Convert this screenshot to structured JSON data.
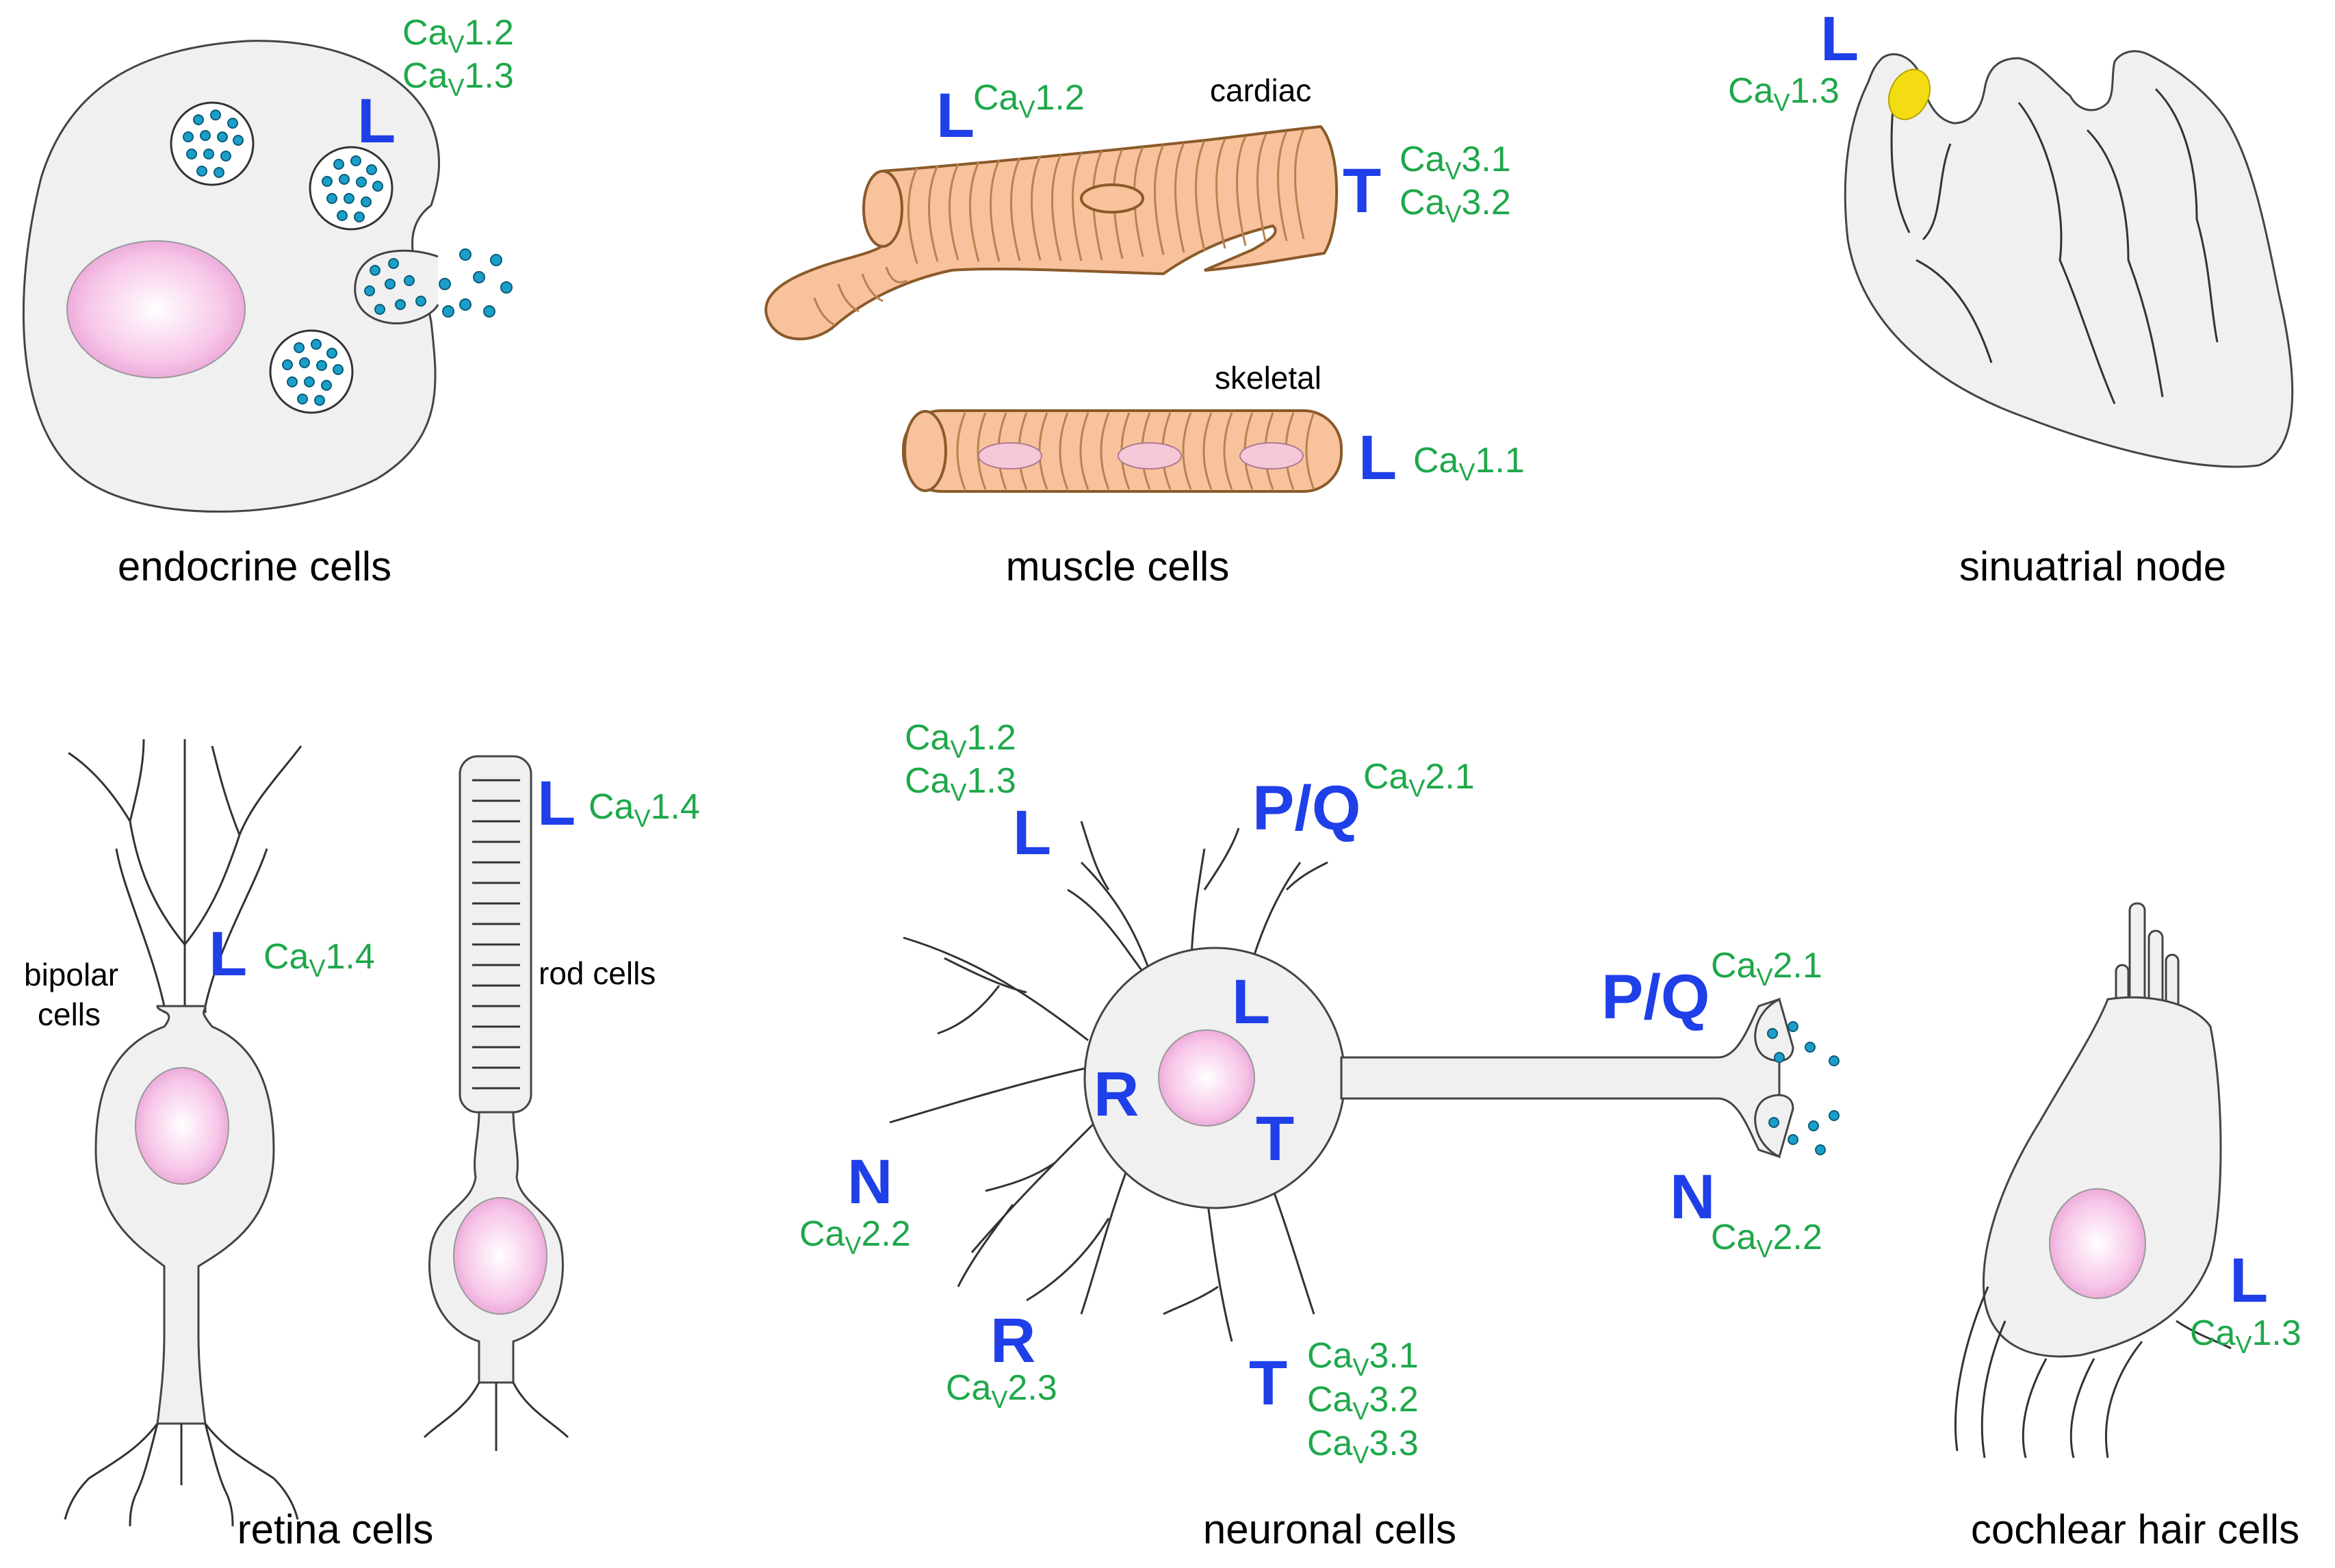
{
  "panels": {
    "endocrine": {
      "caption": "endocrine cells",
      "channel": "L",
      "isoforms": [
        {
          "prefix": "Ca",
          "sub": "V",
          "suffix": "1.2"
        },
        {
          "prefix": "Ca",
          "sub": "V",
          "suffix": "1.3"
        }
      ]
    },
    "muscle": {
      "caption": "muscle cells",
      "cardiac_label": "cardiac",
      "skeletal_label": "skeletal",
      "cardiac_L": {
        "channel": "L",
        "isoform": {
          "prefix": "Ca",
          "sub": "V",
          "suffix": "1.2"
        }
      },
      "cardiac_T": {
        "channel": "T",
        "isoforms": [
          {
            "prefix": "Ca",
            "sub": "V",
            "suffix": "3.1"
          },
          {
            "prefix": "Ca",
            "sub": "V",
            "suffix": "3.2"
          }
        ]
      },
      "skeletal_L": {
        "channel": "L",
        "isoform": {
          "prefix": "Ca",
          "sub": "V",
          "suffix": "1.1"
        }
      }
    },
    "sinuatrial": {
      "caption": "sinuatrial node",
      "channel": "L",
      "isoform": {
        "prefix": "Ca",
        "sub": "V",
        "suffix": "1.3"
      }
    },
    "retina": {
      "caption": "retina cells",
      "bipolar_label_1": "bipolar",
      "bipolar_label_2": "cells",
      "rod_label": "rod cells",
      "bipolar": {
        "channel": "L",
        "isoform": {
          "prefix": "Ca",
          "sub": "V",
          "suffix": "1.4"
        }
      },
      "rod": {
        "channel": "L",
        "isoform": {
          "prefix": "Ca",
          "sub": "V",
          "suffix": "1.4"
        }
      }
    },
    "neuronal": {
      "caption": "neuronal cells",
      "dendrite_L": {
        "channel": "L",
        "isoforms": [
          {
            "prefix": "Ca",
            "sub": "V",
            "suffix": "1.2"
          },
          {
            "prefix": "Ca",
            "sub": "V",
            "suffix": "1.3"
          }
        ]
      },
      "dendrite_PQ": {
        "channel": "P/Q",
        "isoform": {
          "prefix": "Ca",
          "sub": "V",
          "suffix": "2.1"
        }
      },
      "soma_L": {
        "channel": "L"
      },
      "soma_R": {
        "channel": "R"
      },
      "soma_T": {
        "channel": "T"
      },
      "dendrite_N": {
        "channel": "N",
        "isoform": {
          "prefix": "Ca",
          "sub": "V",
          "suffix": "2.2"
        }
      },
      "dendrite_R": {
        "channel": "R",
        "isoform": {
          "prefix": "Ca",
          "sub": "V",
          "suffix": "2.3"
        }
      },
      "dendrite_T": {
        "channel": "T",
        "isoforms": [
          {
            "prefix": "Ca",
            "sub": "V",
            "suffix": "3.1"
          },
          {
            "prefix": "Ca",
            "sub": "V",
            "suffix": "3.2"
          },
          {
            "prefix": "Ca",
            "sub": "V",
            "suffix": "3.3"
          }
        ]
      },
      "terminal_PQ": {
        "channel": "P/Q",
        "isoform": {
          "prefix": "Ca",
          "sub": "V",
          "suffix": "2.1"
        }
      },
      "terminal_N": {
        "channel": "N",
        "isoform": {
          "prefix": "Ca",
          "sub": "V",
          "suffix": "2.2"
        }
      }
    },
    "cochlear": {
      "caption": "cochlear hair cells",
      "channel": "L",
      "isoform": {
        "prefix": "Ca",
        "sub": "V",
        "suffix": "1.3"
      }
    }
  },
  "colors": {
    "channel": "#1f3fe8",
    "isoform": "#1ea84a",
    "nucleus": "#f7c6e8",
    "vesicle_dot": "#1a9fc9",
    "muscle": "#f8c29c",
    "sa_node": "#f3dd12",
    "cytoplasm": "#f0f0f0"
  }
}
